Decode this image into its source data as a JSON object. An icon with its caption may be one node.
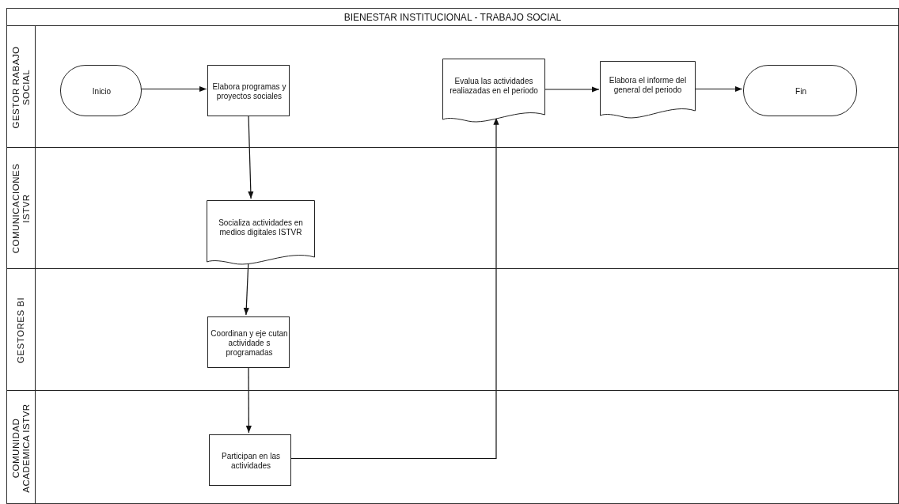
{
  "diagram": {
    "nodes": [
      {
        "text": [
          "BIENESTAR INSTITUCIONAL - TRABAJO SOCIAL"
        ]
      },
      {
        "text": [
          "GESTOR RABAJO SOCIAL"
        ],
        "in": 0
      },
      {
        "text": [
          "COMUNICACIONES ISTVR"
        ],
        "in": 0
      },
      {
        "text": [
          "GESTORES BI"
        ],
        "in": 0
      },
      {
        "text": [
          "COMUNIDAD ACADEMICA ISTVR"
        ],
        "in": 0
      },
      {
        "text": [
          "Inicio"
        ],
        "in": 1
      },
      {
        "text": [
          "Elabora programas y proyectos sociales"
        ],
        "in": 1
      },
      {
        "text": [
          "Evalua las actividades realiazadas en el periodo"
        ],
        "in": 1
      },
      {
        "text": [
          "Elabora el informe del general del periodo"
        ],
        "in": 1
      },
      {
        "text": [
          "Fin"
        ],
        "in": 1
      },
      {
        "text": [
          "Socializa actividades en medios digitales ISTVR"
        ],
        "in": 2
      },
      {
        "text": [
          "Coordinan y eje cutan actividade s programadas"
        ],
        "in": 3
      },
      {
        "text": [
          "Participan en las actividades"
        ],
        "in": 4
      }
    ],
    "edges": [
      {
        "from": 5,
        "to": 6,
        "arrow": "to"
      },
      {
        "from": 6,
        "to": 10,
        "arrow": "to"
      },
      {
        "from": 10,
        "to": 11,
        "arrow": "to"
      },
      {
        "from": 11,
        "to": 12,
        "arrow": "to"
      },
      {
        "from": 12,
        "to": 7,
        "arrow": "to"
      },
      {
        "from": 7,
        "to": 8,
        "arrow": "to"
      },
      {
        "from": 8,
        "to": 9,
        "arrow": "to"
      }
    ]
  }
}
